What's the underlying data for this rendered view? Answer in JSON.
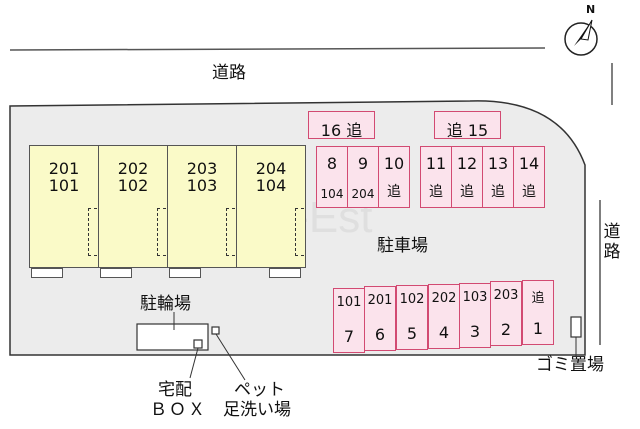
{
  "title": "",
  "roads": {
    "north": "道路",
    "east": "道路"
  },
  "buildings": [
    {
      "upper": "201",
      "lower": "101"
    },
    {
      "upper": "202",
      "lower": "102"
    },
    {
      "upper": "203",
      "lower": "103"
    },
    {
      "upper": "204",
      "lower": "104"
    }
  ],
  "parking_lot_label": "駐車場",
  "parking_top_wide": [
    "16 追",
    "追 15"
  ],
  "parking_top": [
    {
      "number": "8",
      "room": "104"
    },
    {
      "number": "9",
      "room": "204"
    },
    {
      "number": "10",
      "room": "追"
    },
    {
      "number": "11",
      "room": "追"
    },
    {
      "number": "12",
      "room": "追"
    },
    {
      "number": "13",
      "room": "追"
    },
    {
      "number": "14",
      "room": "追"
    }
  ],
  "parking_bottom": [
    {
      "room": "101",
      "number": "7"
    },
    {
      "room": "201",
      "number": "6"
    },
    {
      "room": "102",
      "number": "5"
    },
    {
      "room": "202",
      "number": "4"
    },
    {
      "room": "103",
      "number": "3"
    },
    {
      "room": "203",
      "number": "2"
    },
    {
      "room": "追",
      "number": "1"
    }
  ],
  "bicycle_parking": "駐輪場",
  "delivery_box": [
    "宅配",
    "ＢＯＸ"
  ],
  "pet_wash": [
    "ペット",
    "足洗い場"
  ],
  "garbage": "ゴミ置場",
  "watermark": "Mitomo-Est",
  "compass": "N",
  "colors": {
    "building_fill": "#fafac8",
    "parking_fill": "#fbe3ec",
    "parking_border": "#d24a72",
    "site_fill": "#ececec"
  }
}
